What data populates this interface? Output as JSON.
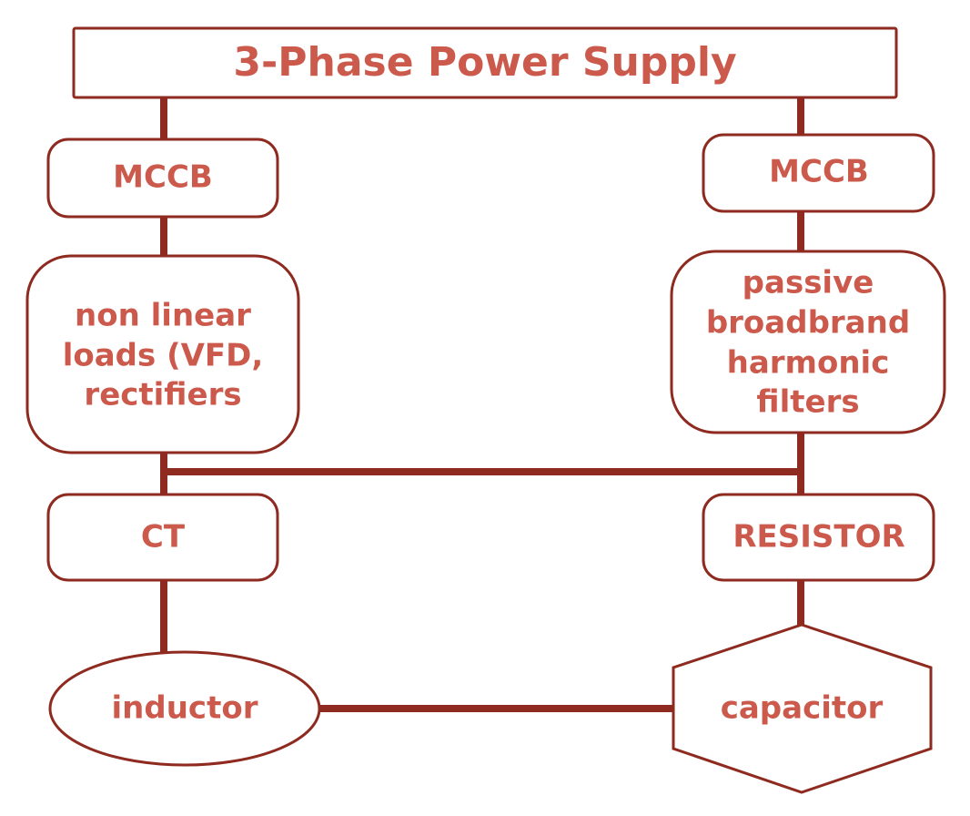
{
  "title": "3-Phase Power Supply",
  "left": {
    "breaker": "MCCB",
    "load": [
      "non linear",
      "loads (VFD,",
      "rectifiers"
    ],
    "sensor": "CT",
    "component": "inductor"
  },
  "right": {
    "breaker": "MCCB",
    "filter": [
      "passive",
      "broadbrand",
      "harmonic",
      "filters"
    ],
    "sensor": "RESISTOR",
    "component": "capacitor"
  },
  "colors": {
    "text": "#cc5a4c",
    "line": "#8e2a1f",
    "background": "#ffffff"
  }
}
